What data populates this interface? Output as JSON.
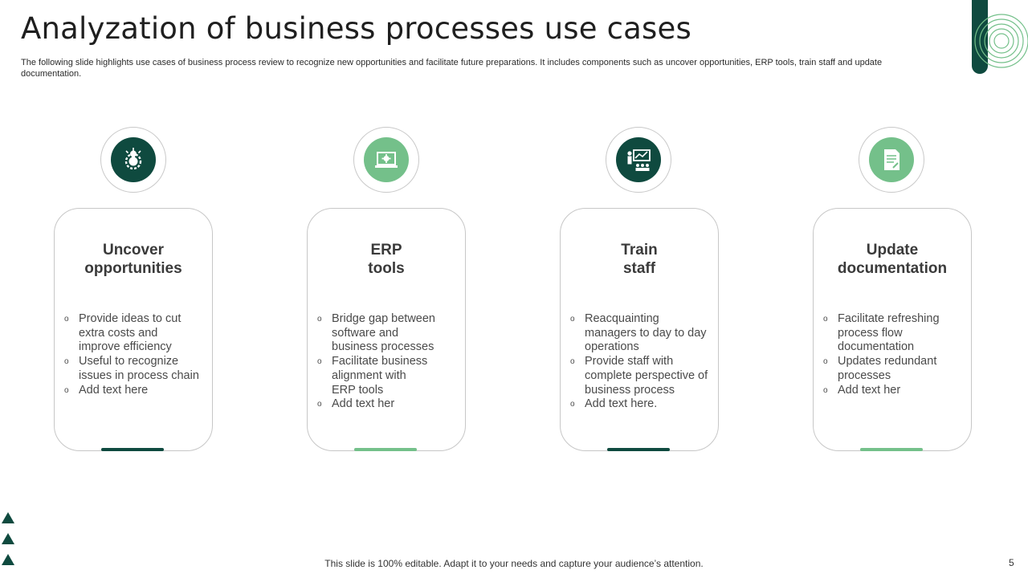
{
  "header": {
    "title": "Analyzation of business processes use cases",
    "subtitle": "The following slide highlights use cases of business process review to recognize new opportunities and facilitate future preparations. It includes components such as uncover opportunities, ERP tools, train staff and update documentation."
  },
  "colors": {
    "dark_green": "#0f4a3f",
    "light_green": "#74c08a",
    "border": "#c7c7c7"
  },
  "cards": [
    {
      "icon": "lightbulb-gear-icon",
      "accent": "dark",
      "title": "Uncover\nopportunities",
      "bullets": [
        "Provide ideas to cut\nextra costs and\nimprove efficiency",
        "Useful to recognize\nissues in process chain",
        "Add text here"
      ]
    },
    {
      "icon": "laptop-gear-icon",
      "accent": "light",
      "title": "ERP\ntools",
      "bullets": [
        "Bridge gap between\nsoftware and\nbusiness processes",
        "Facilitate business\nalignment with\nERP tools",
        "Add text her"
      ]
    },
    {
      "icon": "presentation-training-icon",
      "accent": "dark",
      "title": "Train\nstaff",
      "bullets": [
        "Reacquainting\nmanagers to day to day\noperations",
        "Provide staff with\ncomplete perspective of\nbusiness process",
        "Add text here."
      ]
    },
    {
      "icon": "document-edit-icon",
      "accent": "light",
      "title": "Update\ndocumentation",
      "bullets": [
        "Facilitate refreshing\nprocess flow\ndocumentation",
        "Updates redundant\nprocesses",
        "Add text her"
      ]
    }
  ],
  "bullet_marker": "o",
  "footer": {
    "text": "This slide is 100% editable. Adapt it to your needs and capture your audience’s attention.",
    "page_number": "5"
  }
}
